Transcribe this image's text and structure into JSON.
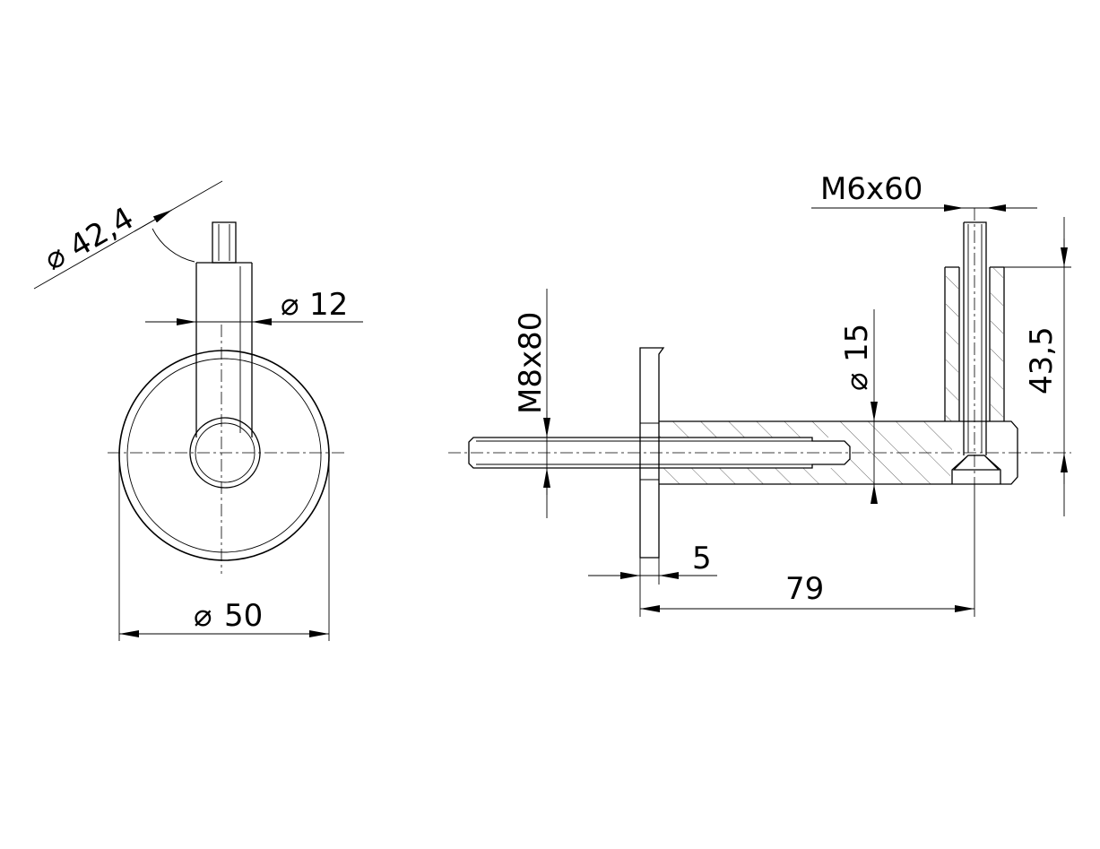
{
  "dimensions": {
    "d_42_4": "42,4",
    "d_12": "12",
    "d_50": "50",
    "m8x80": "M8x80",
    "d_15": "15",
    "m6x60": "M6x60",
    "h_43_5": "43,5",
    "w_5": "5",
    "w_79": "79"
  },
  "symbols": {
    "diameter": "⌀"
  }
}
